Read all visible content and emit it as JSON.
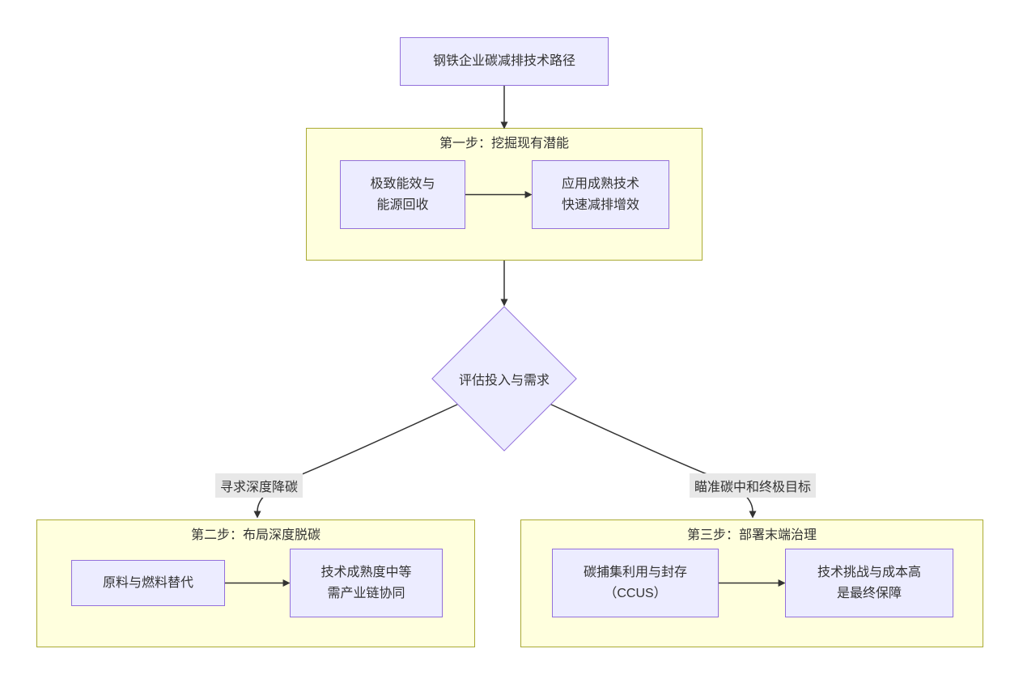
{
  "diagram": {
    "root": {
      "label": "钢铁企业碳减排技术路径"
    },
    "decision": {
      "label": "评估投入与需求"
    },
    "branch_labels": {
      "left": "寻求深度降碳",
      "right": "瞄准碳中和终极目标"
    },
    "clusters": [
      {
        "title": "第一步：挖掘现有潜能",
        "nodes": [
          {
            "line1": "极致能效与",
            "line2": "能源回收"
          },
          {
            "line1": "应用成熟技术",
            "line2": "快速减排增效"
          }
        ]
      },
      {
        "title": "第二步：布局深度脱碳",
        "nodes": [
          {
            "line1": "原料与燃料替代"
          },
          {
            "line1": "技术成熟度中等",
            "line2": "需产业链协同"
          }
        ]
      },
      {
        "title": "第三步：部署末端治理",
        "nodes": [
          {
            "line1": "碳捕集利用与封存",
            "line2": "（CCUS）"
          },
          {
            "line1": "技术挑战与成本高",
            "line2": "是最终保障"
          }
        ]
      }
    ]
  },
  "colors": {
    "node_fill": "#ECECFF",
    "node_border": "#9370DB",
    "cluster_fill": "#FFFFDE",
    "cluster_border": "#AAAA33",
    "edge": "#333333",
    "label_bg": "#E8E8E8",
    "text": "#333333"
  }
}
